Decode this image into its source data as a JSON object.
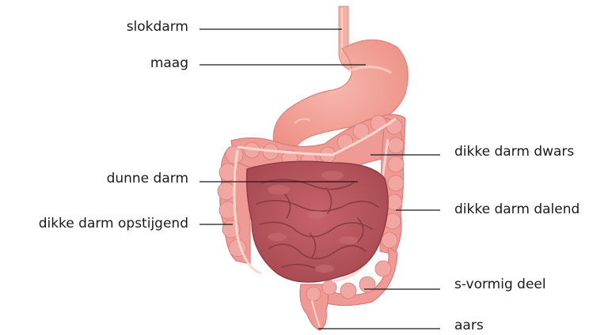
{
  "labels": {
    "slokdarm": "slokdarm",
    "maag": "maag",
    "dunne_darm": "dunne darm",
    "opstijgend": "dikke darm opstijgend",
    "dwars": "dikke darm dwars",
    "dalend": "dikke darm dalend",
    "s_vormig": "s-vormig deel",
    "aars": "aars"
  },
  "colors": {
    "stomach": "#f29a8e",
    "esophagus": "#f4b0a2",
    "colon": "#ef9a95",
    "colon_dark": "#e07f7d",
    "small_intestine": "#b9555e",
    "small_intestine_dark": "#93404a",
    "leader_line": "#1a1a1a"
  }
}
